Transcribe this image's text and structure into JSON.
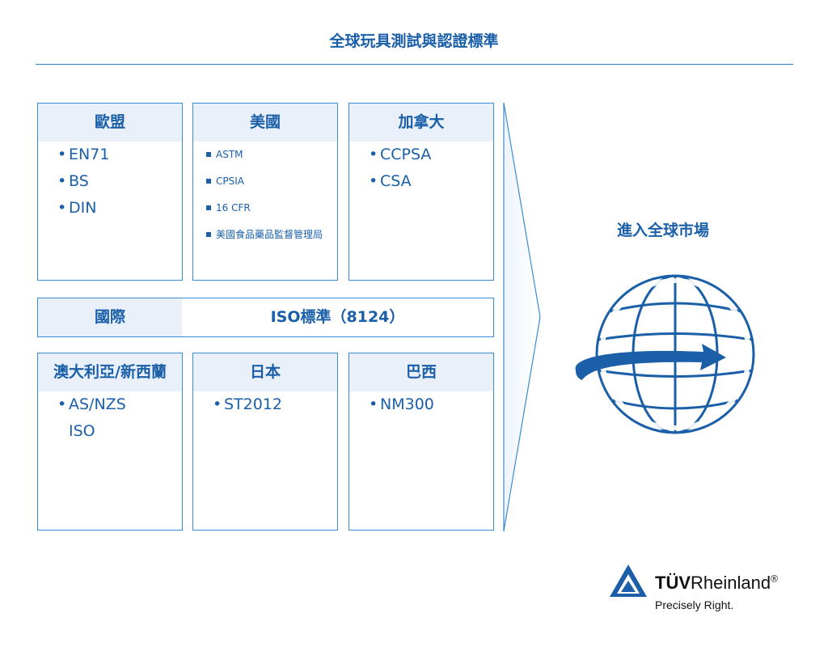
{
  "title": "全球玩具測試與認證標準",
  "regions": {
    "eu": {
      "name": "歐盟",
      "items": [
        "EN71",
        "BS",
        "DIN"
      ]
    },
    "us": {
      "name": "美國",
      "items": [
        "ASTM",
        "CPSIA",
        "16 CFR",
        "美國食品藥品監督管理局"
      ]
    },
    "ca": {
      "name": "加拿大",
      "items": [
        "CCPSA",
        "CSA"
      ]
    },
    "intl": {
      "name": "國際",
      "standard": "ISO標準（8124）"
    },
    "au": {
      "name": "澳大利亞/新西蘭",
      "items": [
        "AS/NZS"
      ],
      "continuation": "ISO"
    },
    "jp": {
      "name": "日本",
      "items": [
        "ST2012"
      ]
    },
    "br": {
      "name": "巴西",
      "items": [
        "NM300"
      ]
    }
  },
  "market_label": "進入全球市場",
  "logo": {
    "brand_bold": "TÜV",
    "brand_rest": "Rheinland",
    "registered": "®",
    "tagline": "Precisely Right."
  },
  "colors": {
    "primary": "#1a5fa8",
    "header_bg": "#e9f0fa",
    "border": "#3b8bd0"
  }
}
